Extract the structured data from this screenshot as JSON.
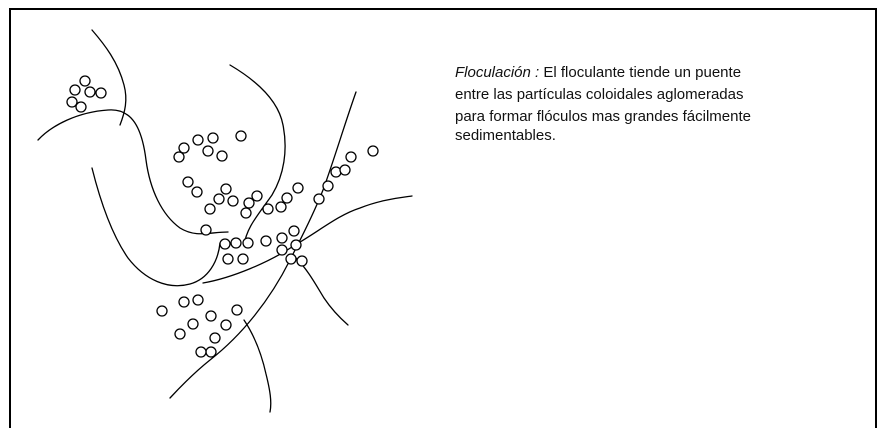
{
  "caption": {
    "lead": "Floculación :",
    "first_rest": " El floculante tiende un puente",
    "line2": "entre las partículas coloidales aglomeradas",
    "line3": "para formar flóculos mas grandes fácilmente",
    "line4": "sedimentables."
  },
  "colors": {
    "ink": "#000000",
    "background": "#ffffff"
  }
}
